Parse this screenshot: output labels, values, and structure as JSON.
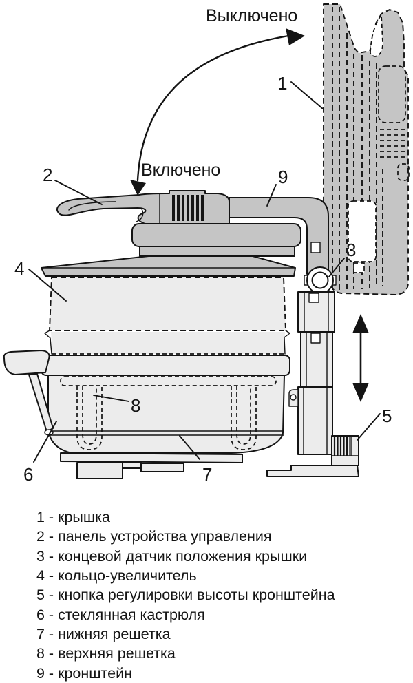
{
  "colors": {
    "background": "#ffffff",
    "part_gray": "#c5c5c5",
    "part_light": "#ececec",
    "line": "#141414"
  },
  "diagram": {
    "state_off_label": "Выключено",
    "state_on_label": "Включено",
    "callouts": [
      "1",
      "2",
      "3",
      "4",
      "5",
      "6",
      "7",
      "8",
      "9"
    ]
  },
  "legend": {
    "items": [
      {
        "text": "1 - крышка"
      },
      {
        "text": "2 - панель устройства управления"
      },
      {
        "text": "3 - концевой датчик положения крышки"
      },
      {
        "text": "4 - кольцо-увеличитель"
      },
      {
        "text": "5 - кнопка регулировки высоты кронштейна"
      },
      {
        "text": "6 - стеклянная кастрюля"
      },
      {
        "text": "7 - нижняя решетка"
      },
      {
        "text": "8 - верхняя решетка"
      },
      {
        "text": "9 - кронштейн"
      }
    ]
  }
}
